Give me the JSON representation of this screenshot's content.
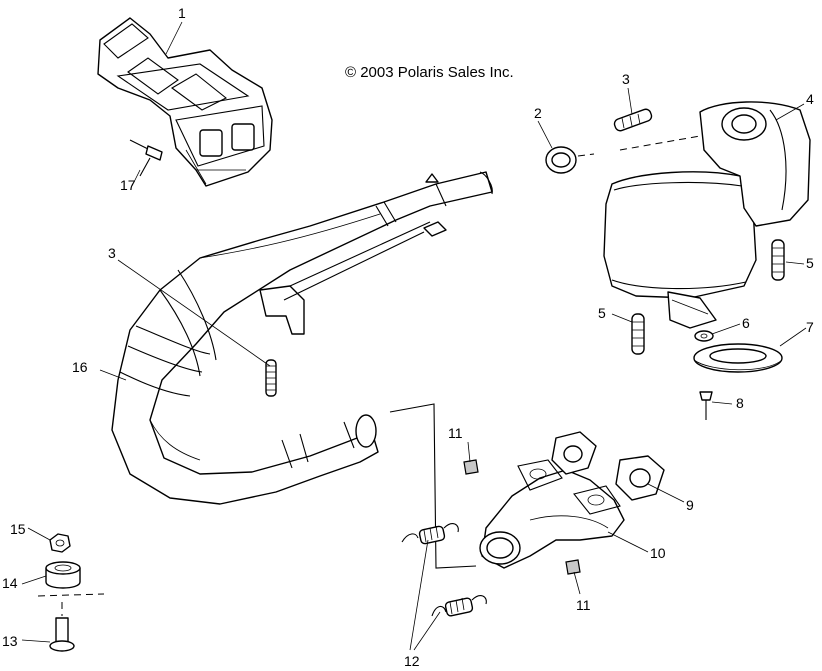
{
  "copyright": "© 2003 Polaris Sales Inc.",
  "callouts": {
    "c1": "1",
    "c2": "2",
    "c3a": "3",
    "c3b": "3",
    "c4": "4",
    "c5a": "5",
    "c5b": "5",
    "c6": "6",
    "c7": "7",
    "c8": "8",
    "c9": "9",
    "c10": "10",
    "c11a": "11",
    "c11b": "11",
    "c12": "12",
    "c13": "13",
    "c14": "14",
    "c15": "15",
    "c16": "16",
    "c17": "17"
  }
}
